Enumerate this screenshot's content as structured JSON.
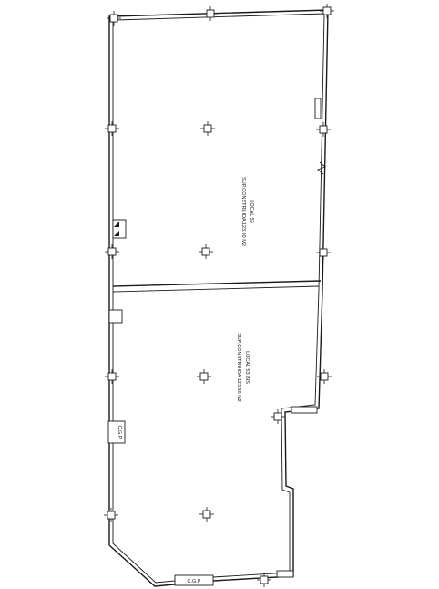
{
  "units": [
    {
      "name": "LOCAL 53",
      "area": "SUP.CONSTRUIDA 123.90 M2"
    },
    {
      "name": "LOCAL 53 BIS",
      "area": "SUP.CONSTRUIDA 123.90 M2"
    }
  ],
  "cgp_labels": [
    "C.G.P",
    "C.G.P"
  ]
}
